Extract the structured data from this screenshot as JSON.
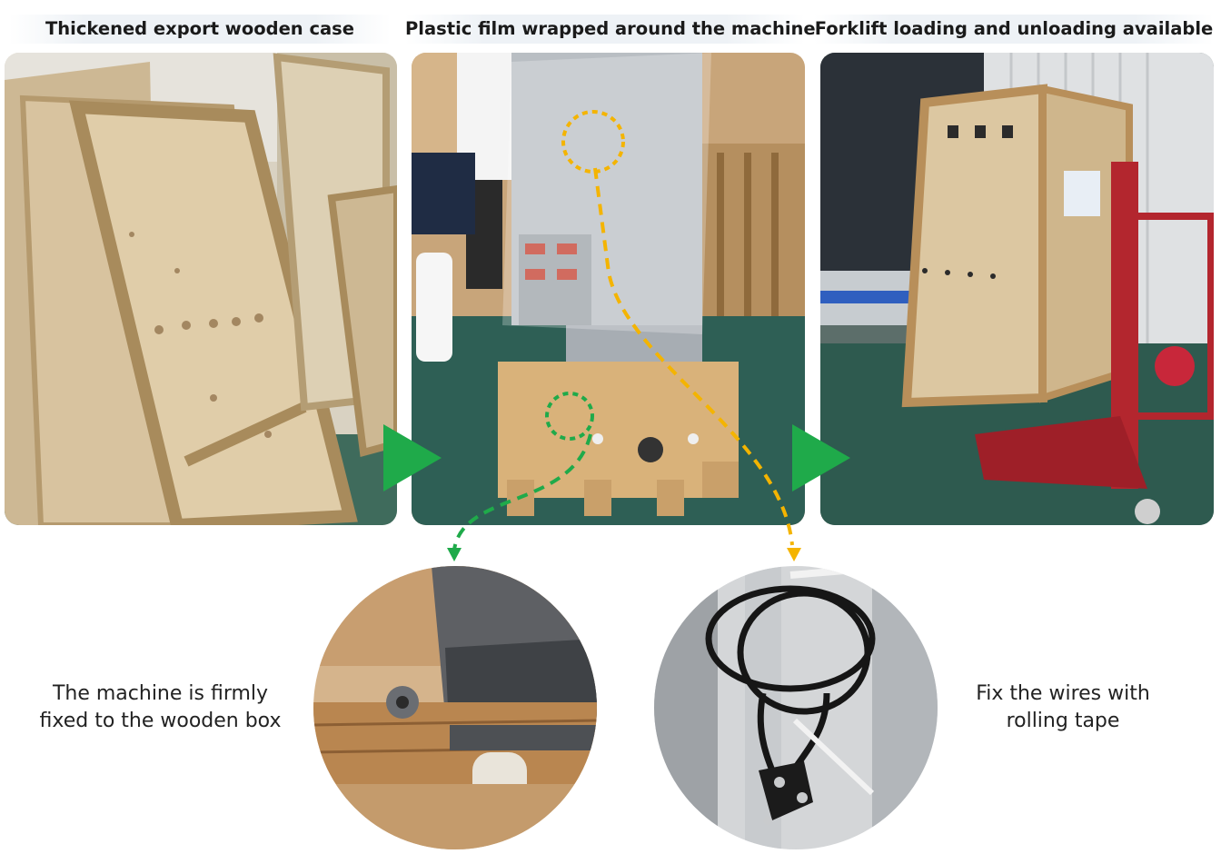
{
  "panels": [
    {
      "title": "Thickened export wooden case"
    },
    {
      "title": "Plastic film wrapped around the machine"
    },
    {
      "title": "Forklift loading and unloading available"
    }
  ],
  "details": [
    {
      "caption_line1": "The machine is firmly",
      "caption_line2": "fixed to the wooden box",
      "marker_color": "#1faa4a"
    },
    {
      "caption_line1": "Fix the wires with",
      "caption_line2": "rolling tape",
      "marker_color": "#f4b400"
    }
  ],
  "colors": {
    "accent_green": "#1faa4a",
    "accent_yellow": "#f4b400"
  },
  "icons": [
    "play-arrow-icon",
    "dashed-pointer-arrow-icon"
  ]
}
